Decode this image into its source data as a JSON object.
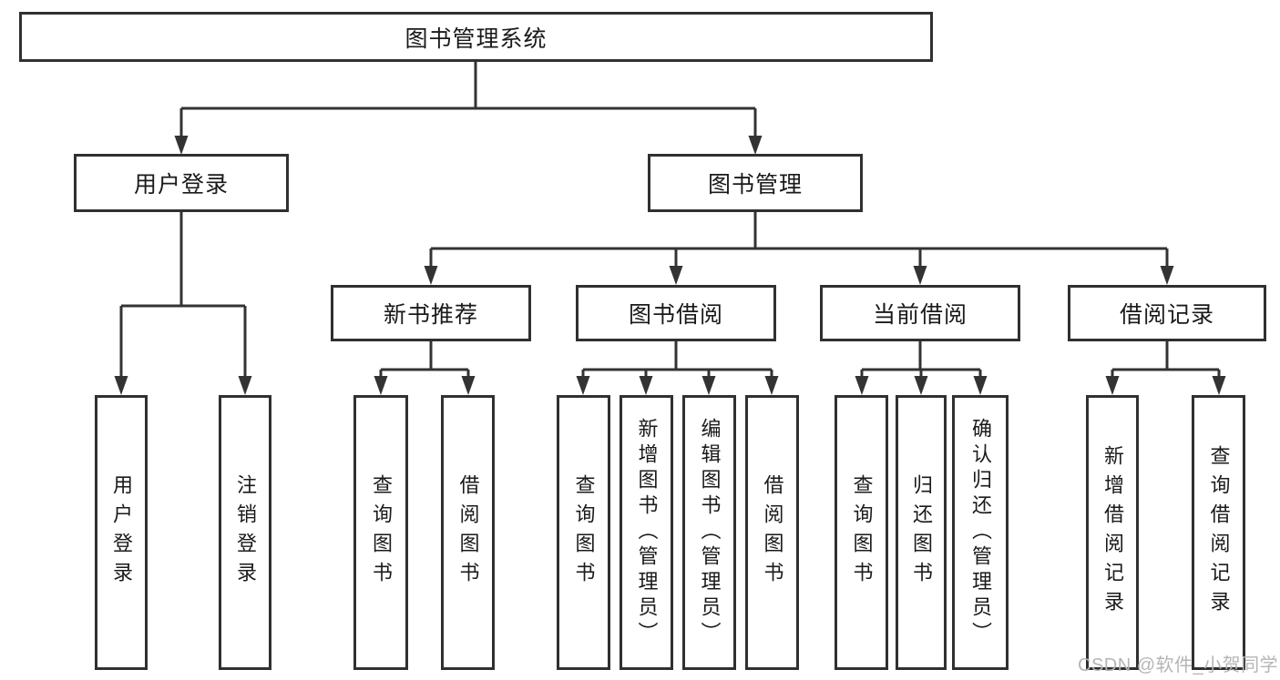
{
  "tree": {
    "root": {
      "label": "图书管理系统",
      "children": [
        {
          "label": "用户登录",
          "children": [
            "用户登录",
            "注销登录"
          ]
        },
        {
          "label": "图书管理",
          "children": [
            {
              "label": "新书推荐",
              "children": [
                "查询图书",
                "借阅图书"
              ]
            },
            {
              "label": "图书借阅",
              "children": [
                "查询图书",
                "新增图书（管理员）",
                "编辑图书（管理员）",
                "借阅图书"
              ]
            },
            {
              "label": "当前借阅",
              "children": [
                "查询图书",
                "归还图书",
                "确认归还（管理员）"
              ]
            },
            {
              "label": "借阅记录",
              "children": [
                "新增借阅记录",
                "查询借阅记录"
              ]
            }
          ]
        }
      ]
    }
  },
  "watermark": "CSDN @软件_小贺同学",
  "colors": {
    "background": "#ffffff",
    "box_border": "#303030",
    "line": "#333333",
    "text": "#1a1a1a",
    "watermark": "#b5b5b5"
  }
}
